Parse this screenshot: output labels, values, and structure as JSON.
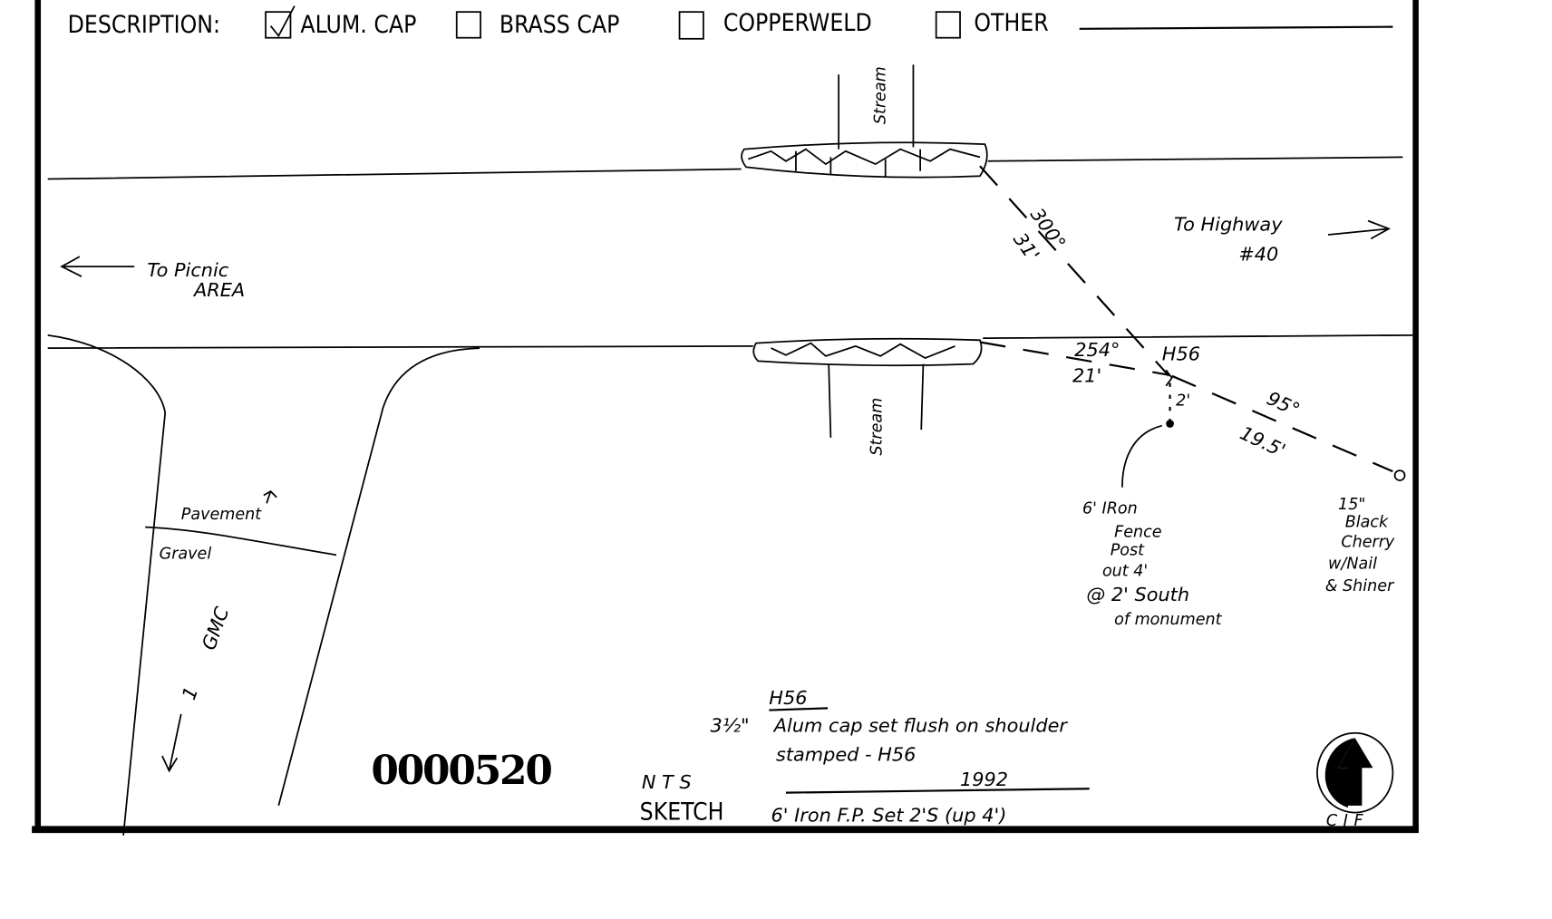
{
  "header": {
    "description_label": "DESCRIPTION:",
    "options": [
      {
        "label": "ALUM. CAP",
        "checked": true
      },
      {
        "label": "BRASS CAP",
        "checked": false
      },
      {
        "label": "COPPERWELD",
        "checked": false
      },
      {
        "label": "OTHER",
        "checked": false
      }
    ]
  },
  "sketch": {
    "stream_top": "Stream",
    "stream_bottom": "Stream",
    "to_picnic": "To Picnic",
    "picnic_area": "AREA",
    "to_highway": "To Highway",
    "highway_number": "#40",
    "bearing_1": "300°",
    "distance_1": "31'",
    "bearing_2": "254°",
    "distance_2": "21'",
    "monument": "H56",
    "offset_2": "2'",
    "bearing_3": "95°",
    "distance_3": "19.5'",
    "pavement": "Pavement",
    "gravel": "Gravel",
    "road_name": "GMC",
    "road_number": "1",
    "fence_post_note": [
      "6' IRon",
      "Fence",
      "Post",
      "out 4'",
      "@ 2' South",
      "of monument"
    ],
    "tree_note": [
      "15\"",
      "Black",
      "Cherry",
      "w/Nail",
      "& Shiner"
    ]
  },
  "footer": {
    "serial_number": "0000520",
    "nts": "NTS",
    "sketch_label": "SKETCH",
    "note_line_1_prefix": "3½\"",
    "note_stamp_top": "H56",
    "note_line_1": "Alum cap set flush on shoulder",
    "note_line_2": "stamped - H56",
    "note_year": "1992",
    "note_line_3": "6' Iron F.P. Set 2'S (up 4')",
    "initials": "CJF"
  },
  "north_arrow_icon": "north-arrow-icon"
}
